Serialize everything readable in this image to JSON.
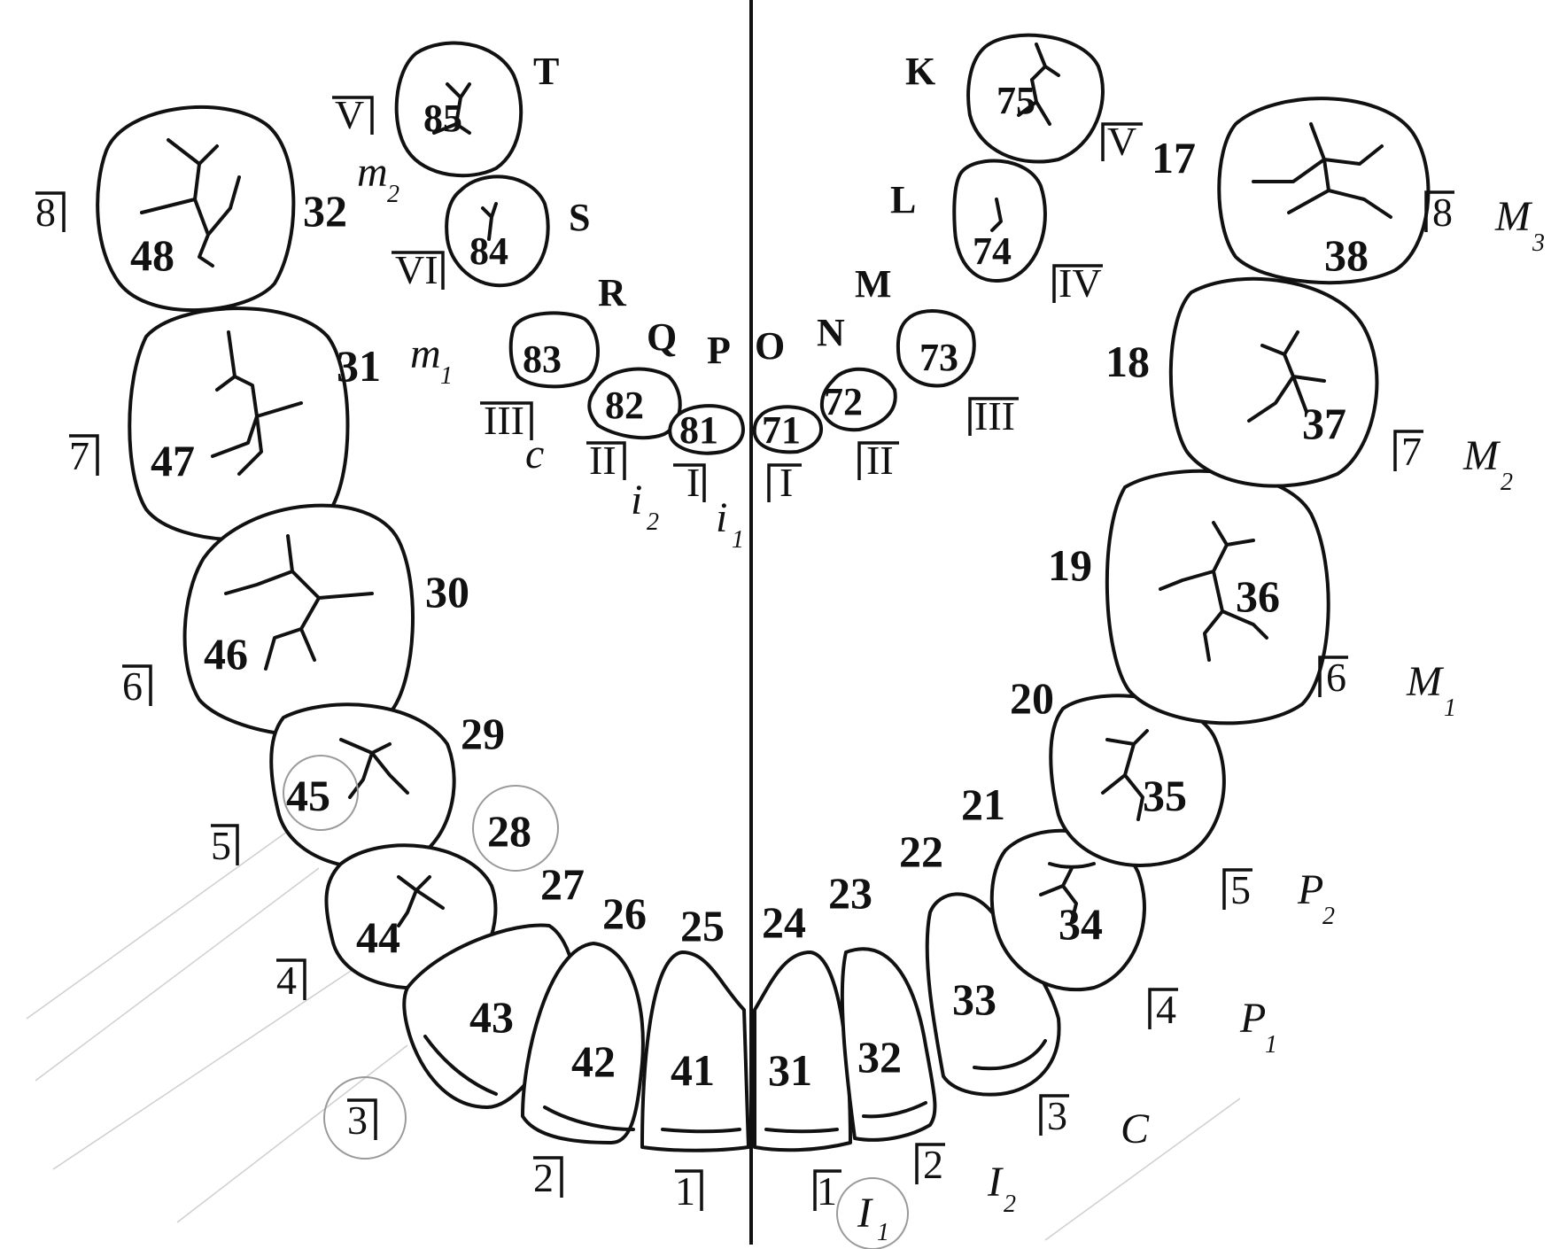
{
  "permanent_teeth": [
    {
      "id": "t48",
      "fdi": "48",
      "universal": "32",
      "palmer": "8"
    },
    {
      "id": "t47",
      "fdi": "47",
      "universal": "31",
      "palmer": "7"
    },
    {
      "id": "t46",
      "fdi": "46",
      "universal": "30",
      "palmer": "6"
    },
    {
      "id": "t45",
      "fdi": "45",
      "universal": "29",
      "palmer": "5"
    },
    {
      "id": "t44",
      "fdi": "44",
      "universal": "28",
      "palmer": "4"
    },
    {
      "id": "t43",
      "fdi": "43",
      "universal": "27",
      "palmer": "3"
    },
    {
      "id": "t42",
      "fdi": "42",
      "universal": "26",
      "palmer": "2"
    },
    {
      "id": "t41",
      "fdi": "41",
      "universal": "25",
      "palmer": "1"
    },
    {
      "id": "t31",
      "fdi": "31",
      "universal": "24",
      "palmer": "1",
      "class": "I",
      "class_sub": "1"
    },
    {
      "id": "t32",
      "fdi": "32",
      "universal": "23",
      "palmer": "2",
      "class": "I",
      "class_sub": "2"
    },
    {
      "id": "t33",
      "fdi": "33",
      "universal": "22",
      "palmer": "3",
      "class": "C",
      "class_sub": ""
    },
    {
      "id": "t34",
      "fdi": "34",
      "universal": "21",
      "palmer": "4",
      "class": "P",
      "class_sub": "1"
    },
    {
      "id": "t35",
      "fdi": "35",
      "universal": "20",
      "palmer": "5",
      "class": "P",
      "class_sub": "2"
    },
    {
      "id": "t36",
      "fdi": "36",
      "universal": "19",
      "palmer": "6",
      "class": "M",
      "class_sub": "1"
    },
    {
      "id": "t37",
      "fdi": "37",
      "universal": "18",
      "palmer": "7",
      "class": "M",
      "class_sub": "2"
    },
    {
      "id": "t38",
      "fdi": "38",
      "universal": "17",
      "palmer": "8",
      "class": "M",
      "class_sub": "3"
    }
  ],
  "primary_teeth": [
    {
      "id": "t85",
      "fdi": "85",
      "letter": "T",
      "palmer": "V",
      "class": "m",
      "class_sub": "2"
    },
    {
      "id": "t84",
      "fdi": "84",
      "letter": "S",
      "palmer": "VI",
      "class": "m",
      "class_sub": "1"
    },
    {
      "id": "t83",
      "fdi": "83",
      "letter": "R",
      "palmer": "III",
      "class": "c",
      "class_sub": ""
    },
    {
      "id": "t82",
      "fdi": "82",
      "letter": "Q",
      "palmer": "II",
      "class": "i",
      "class_sub": "2"
    },
    {
      "id": "t81",
      "fdi": "81",
      "letter": "P",
      "palmer": "I",
      "class": "i",
      "class_sub": "1"
    },
    {
      "id": "t71",
      "fdi": "71",
      "letter": "O",
      "palmer": "I"
    },
    {
      "id": "t72",
      "fdi": "72",
      "letter": "N",
      "palmer": "II"
    },
    {
      "id": "t73",
      "fdi": "73",
      "letter": "M",
      "palmer": "III"
    },
    {
      "id": "t74",
      "fdi": "74",
      "letter": "L",
      "palmer": "IV"
    },
    {
      "id": "t75",
      "fdi": "75",
      "letter": "K",
      "palmer": "V"
    }
  ]
}
